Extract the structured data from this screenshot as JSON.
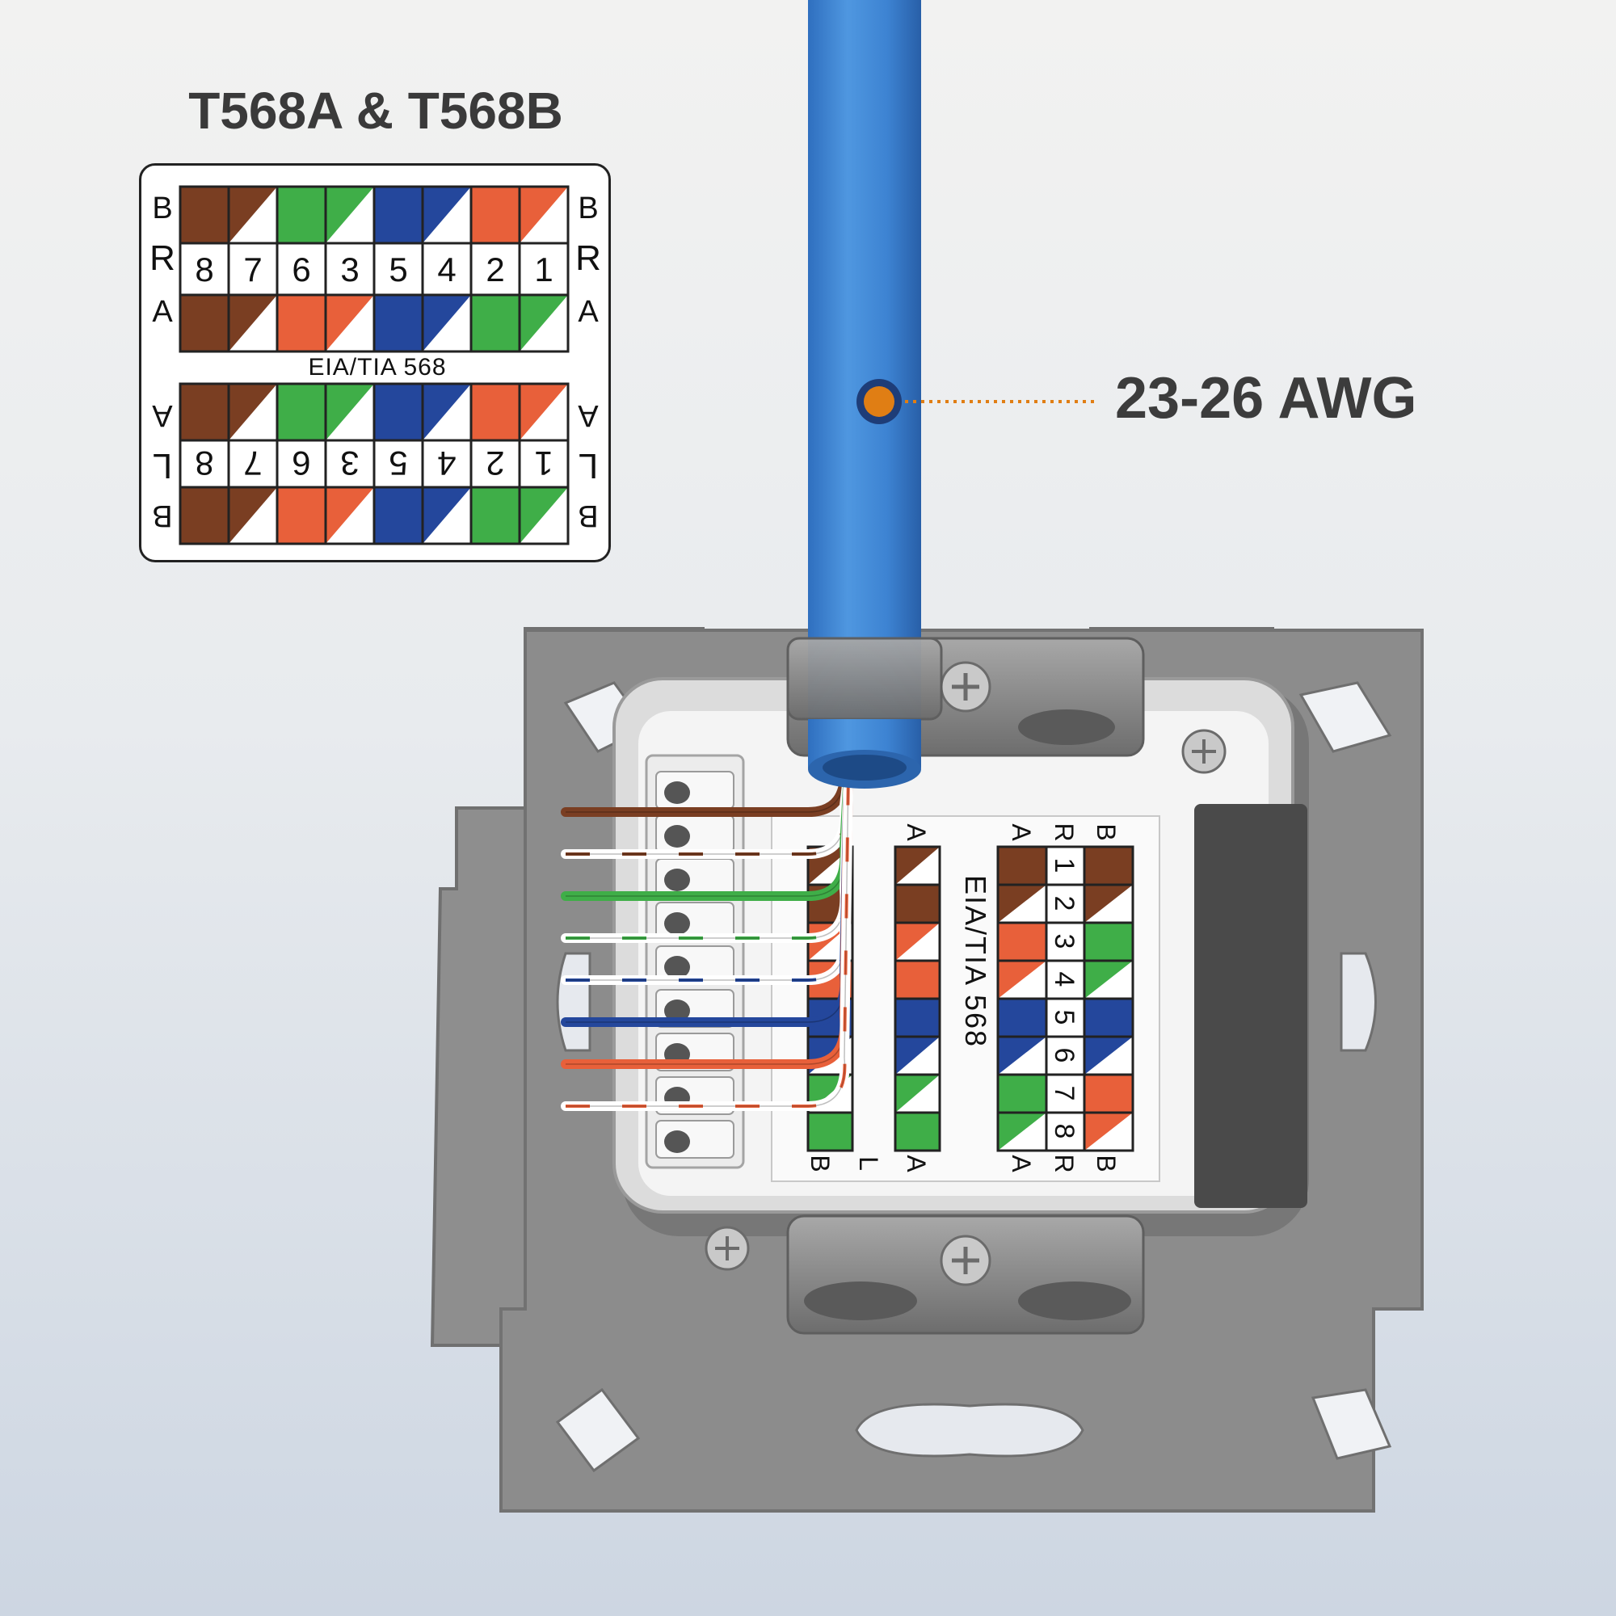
{
  "title": "T568A & T568B",
  "gauge_label": "23-26 AWG",
  "legend": {
    "top_block": {
      "top_letter": "B",
      "middle_letter": "R",
      "bottom_letter": "A",
      "numbers": [
        "8",
        "7",
        "6",
        "3",
        "5",
        "4",
        "2",
        "1"
      ]
    },
    "caption": "EIA/TIA 568",
    "bottom_block": {
      "top_letter": "A",
      "middle_letter": "L",
      "bottom_letter": "B",
      "numbers": [
        "8",
        "7",
        "6",
        "3",
        "5",
        "4",
        "2",
        "1"
      ]
    }
  },
  "module_label": {
    "caption": "EIA/TIA  568",
    "left_col": {
      "top_letter": "A",
      "bottom_letters": [
        "B",
        "L",
        "A"
      ]
    },
    "right_col": {
      "top_letters": [
        "A",
        "R",
        "B"
      ],
      "numbers": [
        "1",
        "2",
        "3",
        "4",
        "5",
        "6",
        "7",
        "8"
      ],
      "bottom_letters": [
        "A",
        "R",
        "B"
      ]
    }
  },
  "colors": {
    "brown": "#7a3e22",
    "green": "#3fae48",
    "blue": "#24479c",
    "orange": "#e8603a",
    "cable": "#3f87d6",
    "accent_dot": "#e07e14",
    "plate": "#8e8e8e"
  },
  "pairs": {
    "b_row": [
      "brown",
      "brown-white",
      "green",
      "green-white",
      "blue",
      "blue-white",
      "orange",
      "orange-white"
    ],
    "a_row": [
      "brown",
      "brown-white",
      "orange",
      "orange-white",
      "blue",
      "blue-white",
      "green",
      "green-white"
    ]
  },
  "wires": [
    "brown",
    "brown-white",
    "green",
    "green-white",
    "blue-white",
    "blue",
    "orange",
    "orange-white"
  ]
}
